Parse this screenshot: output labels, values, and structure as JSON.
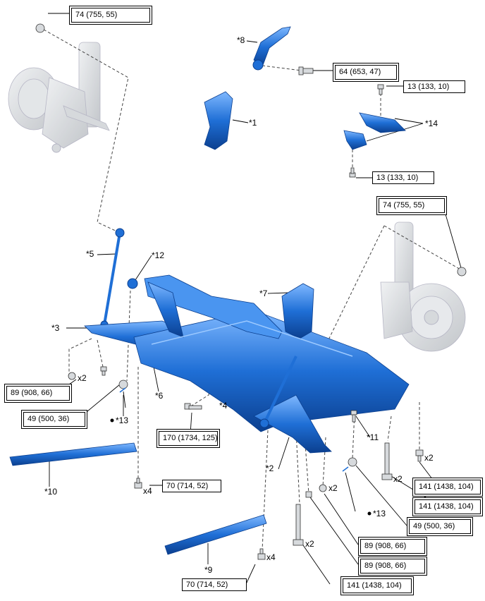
{
  "torque_boxes": [
    {
      "id": "t1",
      "text": "74 (755, 55)"
    },
    {
      "id": "t2",
      "text": "64 (653, 47)"
    },
    {
      "id": "t3",
      "text": "13 (133, 10)"
    },
    {
      "id": "t4",
      "text": "13 (133, 10)"
    },
    {
      "id": "t5",
      "text": "74 (755, 55)"
    },
    {
      "id": "t6",
      "text": "89 (908, 66)"
    },
    {
      "id": "t7",
      "text": "49 (500, 36)"
    },
    {
      "id": "t8",
      "text": "170 (1734, 125)"
    },
    {
      "id": "t9",
      "text": "70 (714, 52)"
    },
    {
      "id": "t10",
      "text": "141 (1438, 104)"
    },
    {
      "id": "t11",
      "text": "141 (1438, 104)"
    },
    {
      "id": "t12",
      "text": "49 (500, 36)"
    },
    {
      "id": "t13",
      "text": "89 (908, 66)"
    },
    {
      "id": "t14",
      "text": "89 (908, 66)"
    },
    {
      "id": "t15",
      "text": "141 (1438, 104)"
    },
    {
      "id": "t16",
      "text": "70 (714, 52)"
    }
  ],
  "part_labels": {
    "p1": "*1",
    "p2": "*2",
    "p3": "*3",
    "p4": "*4",
    "p5": "*5",
    "p6": "*6",
    "p7": "*7",
    "p8": "*8",
    "p9": "*9",
    "p10": "*10",
    "p11": "*11",
    "p12": "*12",
    "p13a": "*13",
    "p13b": "*13",
    "p14": "*14"
  },
  "quantities": {
    "q1": "x2",
    "q2": "x4",
    "q3": "x2",
    "q4": "x2",
    "q5": "x2",
    "q6": "x2",
    "q7": "x4"
  },
  "colors": {
    "part_blue": "#1f6fd6",
    "part_light": "#6fb0ff",
    "part_dark": "#0b3f8f",
    "ghost": "#c9ccd0",
    "line": "#000000"
  }
}
